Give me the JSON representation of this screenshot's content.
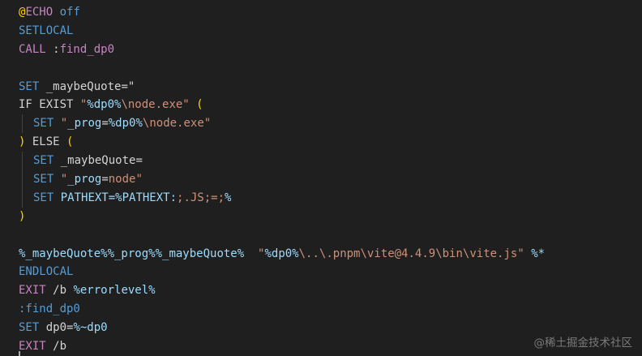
{
  "colors": {
    "background": "#1f1f1f",
    "keyword": "#569cd6",
    "default": "#d4d4d4",
    "string": "#ce9178",
    "variable": "#9cdcfe",
    "control": "#c586c0",
    "label": "#c586c0",
    "bracket": "#ffd700",
    "indent_guide": "#404040"
  },
  "code": {
    "lines": [
      {
        "indent": false,
        "tokens": [
          {
            "t": "@",
            "c": "#ffd700"
          },
          {
            "t": "ECHO",
            "c": "#c586c0"
          },
          {
            "t": " off",
            "c": "#569cd6"
          }
        ]
      },
      {
        "indent": false,
        "tokens": [
          {
            "t": "SETLOCAL",
            "c": "#569cd6"
          }
        ]
      },
      {
        "indent": false,
        "tokens": [
          {
            "t": "CALL",
            "c": "#c586c0"
          },
          {
            "t": " :",
            "c": "#d4d4d4"
          },
          {
            "t": "find_dp0",
            "c": "#c586c0"
          }
        ]
      },
      {
        "indent": false,
        "tokens": []
      },
      {
        "indent": false,
        "tokens": [
          {
            "t": "SET",
            "c": "#569cd6"
          },
          {
            "t": " _maybeQuote=\"",
            "c": "#d4d4d4"
          }
        ]
      },
      {
        "indent": false,
        "tokens": [
          {
            "t": "IF EXIST ",
            "c": "#d4d4d4"
          },
          {
            "t": "\"",
            "c": "#ce9178"
          },
          {
            "t": "%dp0%",
            "c": "#9cdcfe"
          },
          {
            "t": "\\node.exe\"",
            "c": "#ce9178"
          },
          {
            "t": " (",
            "c": "#ffd700"
          }
        ]
      },
      {
        "indent": true,
        "tokens": [
          {
            "t": "SET",
            "c": "#569cd6"
          },
          {
            "t": " \"",
            "c": "#ce9178"
          },
          {
            "t": "_prog",
            "c": "#9cdcfe"
          },
          {
            "t": "=",
            "c": "#d4d4d4"
          },
          {
            "t": "%dp0%",
            "c": "#9cdcfe"
          },
          {
            "t": "\\node.exe\"",
            "c": "#ce9178"
          }
        ]
      },
      {
        "indent": false,
        "tokens": [
          {
            "t": ")",
            "c": "#ffd700"
          },
          {
            "t": " ELSE ",
            "c": "#d4d4d4"
          },
          {
            "t": "(",
            "c": "#ffd700"
          }
        ]
      },
      {
        "indent": true,
        "tokens": [
          {
            "t": "SET",
            "c": "#569cd6"
          },
          {
            "t": " _maybeQuote=",
            "c": "#d4d4d4"
          }
        ]
      },
      {
        "indent": true,
        "tokens": [
          {
            "t": "SET",
            "c": "#569cd6"
          },
          {
            "t": " \"",
            "c": "#ce9178"
          },
          {
            "t": "_prog",
            "c": "#9cdcfe"
          },
          {
            "t": "=",
            "c": "#d4d4d4"
          },
          {
            "t": "node\"",
            "c": "#ce9178"
          }
        ]
      },
      {
        "indent": true,
        "tokens": [
          {
            "t": "SET",
            "c": "#569cd6"
          },
          {
            "t": " PATHEXT=",
            "c": "#9cdcfe"
          },
          {
            "t": "%PATHEXT:",
            "c": "#9cdcfe"
          },
          {
            "t": ";.JS;=;",
            "c": "#ce9178"
          },
          {
            "t": "%",
            "c": "#9cdcfe"
          }
        ]
      },
      {
        "indent": false,
        "tokens": [
          {
            "t": ")",
            "c": "#ffd700"
          }
        ]
      },
      {
        "indent": false,
        "tokens": []
      },
      {
        "indent": false,
        "tokens": [
          {
            "t": "%_maybeQuote%",
            "c": "#9cdcfe"
          },
          {
            "t": "%_prog%",
            "c": "#9cdcfe"
          },
          {
            "t": "%_maybeQuote%",
            "c": "#9cdcfe"
          },
          {
            "t": "  \"",
            "c": "#ce9178"
          },
          {
            "t": "%dp0%",
            "c": "#9cdcfe"
          },
          {
            "t": "\\..\\.pnpm\\vite@4.4.9\\bin\\vite.js\"",
            "c": "#ce9178"
          },
          {
            "t": " %*",
            "c": "#9cdcfe"
          }
        ]
      },
      {
        "indent": false,
        "tokens": [
          {
            "t": "ENDLOCAL",
            "c": "#569cd6"
          }
        ]
      },
      {
        "indent": false,
        "tokens": [
          {
            "t": "EXIT",
            "c": "#c586c0"
          },
          {
            "t": " /b ",
            "c": "#d4d4d4"
          },
          {
            "t": "%errorlevel%",
            "c": "#9cdcfe"
          }
        ]
      },
      {
        "indent": false,
        "tokens": [
          {
            "t": ":find_dp0",
            "c": "#569cd6"
          }
        ]
      },
      {
        "indent": false,
        "tokens": [
          {
            "t": "SET",
            "c": "#569cd6"
          },
          {
            "t": " dp0=",
            "c": "#d4d4d4"
          },
          {
            "t": "%~dp0",
            "c": "#9cdcfe"
          }
        ]
      },
      {
        "indent": false,
        "tokens": [
          {
            "t": "EXIT",
            "c": "#c586c0"
          },
          {
            "t": " /b",
            "c": "#d4d4d4"
          }
        ]
      }
    ]
  },
  "watermark": {
    "text": "@稀土掘金技术社区"
  }
}
